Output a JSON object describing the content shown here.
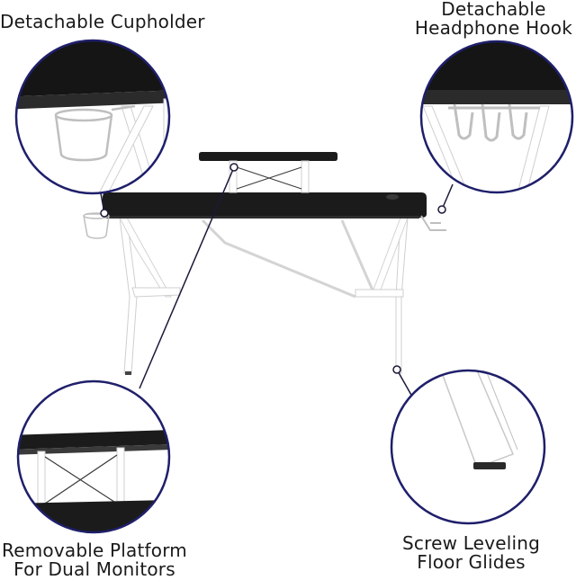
{
  "callouts": {
    "cupholder": {
      "line1": "Detachable Cupholder"
    },
    "headphone_hook": {
      "line1": "Detachable",
      "line2": "Headphone Hook"
    },
    "platform": {
      "line1": "Removable Platform",
      "line2": "For Dual Monitors"
    },
    "floor_glides": {
      "line1": "Screw Leveling",
      "line2": "Floor Glides"
    }
  },
  "colors": {
    "desktop": "#1b1b1b",
    "frame": "#ffffff",
    "frame_outline": "#cfcfcf",
    "callout_ring": "#1f1f6b",
    "leader_line": "#1a1a3a"
  },
  "icons": [
    "gaming-desk-product-image",
    "cupholder-detail-icon",
    "headphone-hook-detail-icon",
    "platform-detail-icon",
    "floor-glide-detail-icon"
  ]
}
